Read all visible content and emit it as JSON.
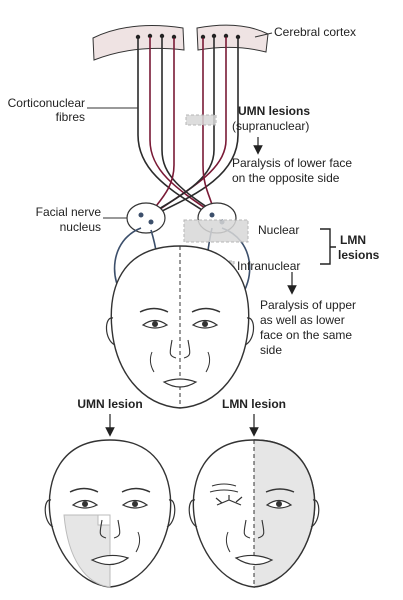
{
  "labels": {
    "cerebral_cortex": "Cerebral cortex",
    "corticonuclear_line1": "Corticonuclear",
    "corticonuclear_line2": "fibres",
    "umn_lesions": "UMN lesions",
    "supranuclear": "(supranuclear)",
    "umn_effect_line1": "Paralysis of lower face",
    "umn_effect_line2": "on the opposite side",
    "facial_nucleus_line1": "Facial nerve",
    "facial_nucleus_line2": "nucleus",
    "nuclear": "Nuclear",
    "infranuclear": "Infranuclear",
    "lmn_lesions_line1": "LMN",
    "lmn_lesions_line2": "lesions",
    "lmn_effect_line1": "Paralysis of upper",
    "lmn_effect_line2": "as well as lower",
    "lmn_effect_line3": "face on the same",
    "lmn_effect_line4": "side",
    "umn_lesion": "UMN lesion",
    "lmn_lesion": "LMN lesion"
  },
  "colors": {
    "cortex_fill": "#efe3e3",
    "fibre_dark": "#2b2b2b",
    "fibre_maroon": "#7a1a36",
    "nerve_blue": "#3c4f6b",
    "paralysis_shade": "#e6e6e6"
  }
}
